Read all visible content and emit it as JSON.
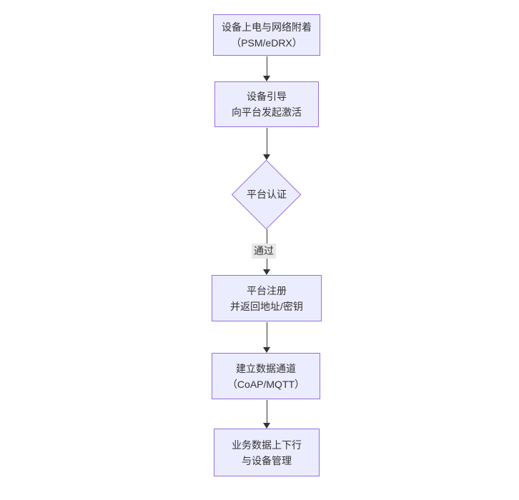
{
  "diagram": {
    "type": "flowchart",
    "direction": "top-down",
    "nodes": [
      {
        "id": "power_attach",
        "shape": "rect",
        "line1": "设备上电与网络附着",
        "line2": "（PSM/eDRX）"
      },
      {
        "id": "bootstrap",
        "shape": "rect",
        "line1": "设备引导",
        "line2": "向平台发起激活"
      },
      {
        "id": "auth",
        "shape": "diamond",
        "line1": "平台认证",
        "line2": ""
      },
      {
        "id": "register",
        "shape": "rect",
        "line1": "平台注册",
        "line2": "并返回地址/密钥"
      },
      {
        "id": "channel",
        "shape": "rect",
        "line1": "建立数据通道",
        "line2": "（CoAP/MQTT）"
      },
      {
        "id": "business",
        "shape": "rect",
        "line1": "业务数据上下行",
        "line2": "与设备管理"
      }
    ],
    "edges": [
      {
        "from": "power_attach",
        "to": "bootstrap",
        "label": ""
      },
      {
        "from": "bootstrap",
        "to": "auth",
        "label": ""
      },
      {
        "from": "auth",
        "to": "register",
        "label": "通过"
      },
      {
        "from": "register",
        "to": "channel",
        "label": ""
      },
      {
        "from": "channel",
        "to": "business",
        "label": ""
      }
    ],
    "colors": {
      "node_fill": "#ECECFF",
      "node_border": "#9370DB",
      "edge": "#333333",
      "text": "#333333",
      "edge_label_bg": "#E8E8E8",
      "background": "#FFFFFF"
    }
  }
}
